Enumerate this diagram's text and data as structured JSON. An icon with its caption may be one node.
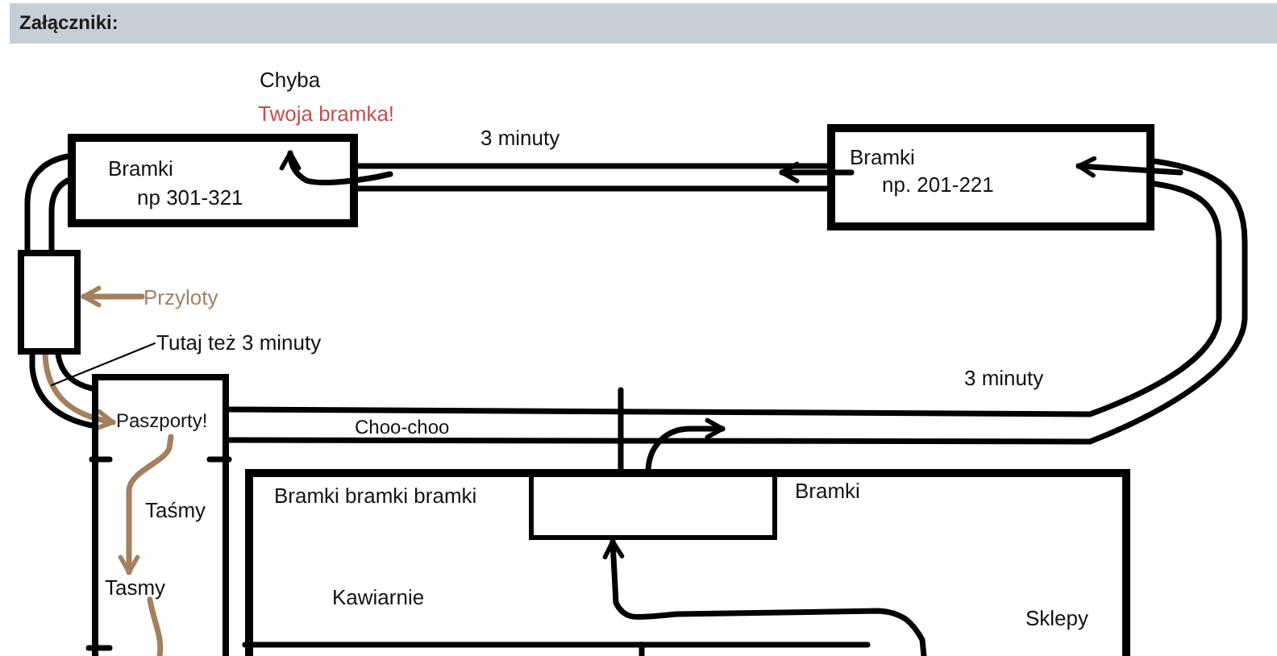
{
  "diagram": {
    "title": "Załączniki:",
    "nodes": [
      {
        "text": [
          "Bramki",
          "np 301-321"
        ]
      },
      {
        "text": [
          "Bramki",
          "np. 201-221"
        ]
      },
      {
        "text": [],
        "shape": "box"
      },
      {
        "text": [
          "Przyloty"
        ]
      },
      {
        "text": [
          "Tutaj też 3 minuty"
        ]
      },
      {
        "text": [],
        "shape": "box"
      },
      {
        "text": [
          "Paszporty!"
        ],
        "in": 5
      },
      {
        "text": [
          "Tasmy"
        ],
        "in": 5
      },
      {
        "text": [
          "Bramki bramki bramki",
          "Bramki",
          "Kawiarnie",
          "Sklepy"
        ]
      },
      {
        "text": [],
        "shape": "box",
        "in": 8
      }
    ],
    "edges": [
      {
        "from": 0,
        "to": 1,
        "arrow": "none",
        "label": "3 minuty"
      },
      {
        "from": 1,
        "to": 5,
        "arrow": "none",
        "label": "3 minuty"
      },
      {
        "from": 0,
        "to": 2,
        "arrow": "none"
      },
      {
        "from": 2,
        "to": 5,
        "arrow": "none"
      },
      {
        "from": 3,
        "to": 2,
        "arrow": "to",
        "color": "#a3805f"
      },
      {
        "from": 2,
        "to": 6,
        "arrow": "to",
        "color": "#a3805f"
      },
      {
        "from": 6,
        "to": 7,
        "arrow": "to",
        "color": "#a3805f"
      },
      {
        "from": 7,
        "to": null,
        "arrow": "none",
        "color": "#a3805f"
      },
      {
        "from": 4,
        "to": null,
        "arrow": "none"
      },
      {
        "from": null,
        "to": 9,
        "arrow": "to"
      },
      {
        "from": 9,
        "to": null,
        "arrow": "to"
      },
      {
        "from": 9,
        "to": null,
        "arrow": "none"
      }
    ],
    "labels": [
      "Chyba",
      "Twoja bramka!",
      "Choo-choo",
      "Taśmy"
    ]
  }
}
